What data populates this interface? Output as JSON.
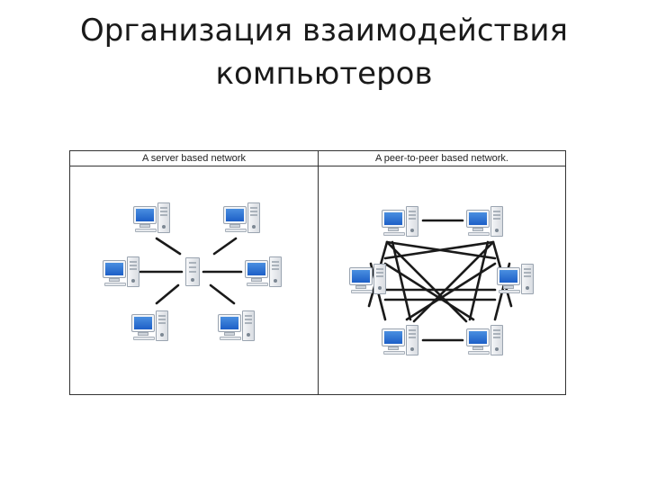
{
  "slide": {
    "title_line1": "Организация взаимодействия",
    "title_line2": "компьютеров"
  },
  "table": {
    "left_header": "A server based network",
    "right_header": "A peer-to-peer based network."
  },
  "icons": {
    "workstation": "desktop-computer-icon",
    "server": "server-tower-icon"
  },
  "colors": {
    "screen": "#1d5fc7",
    "link": "#1a1a1a"
  }
}
